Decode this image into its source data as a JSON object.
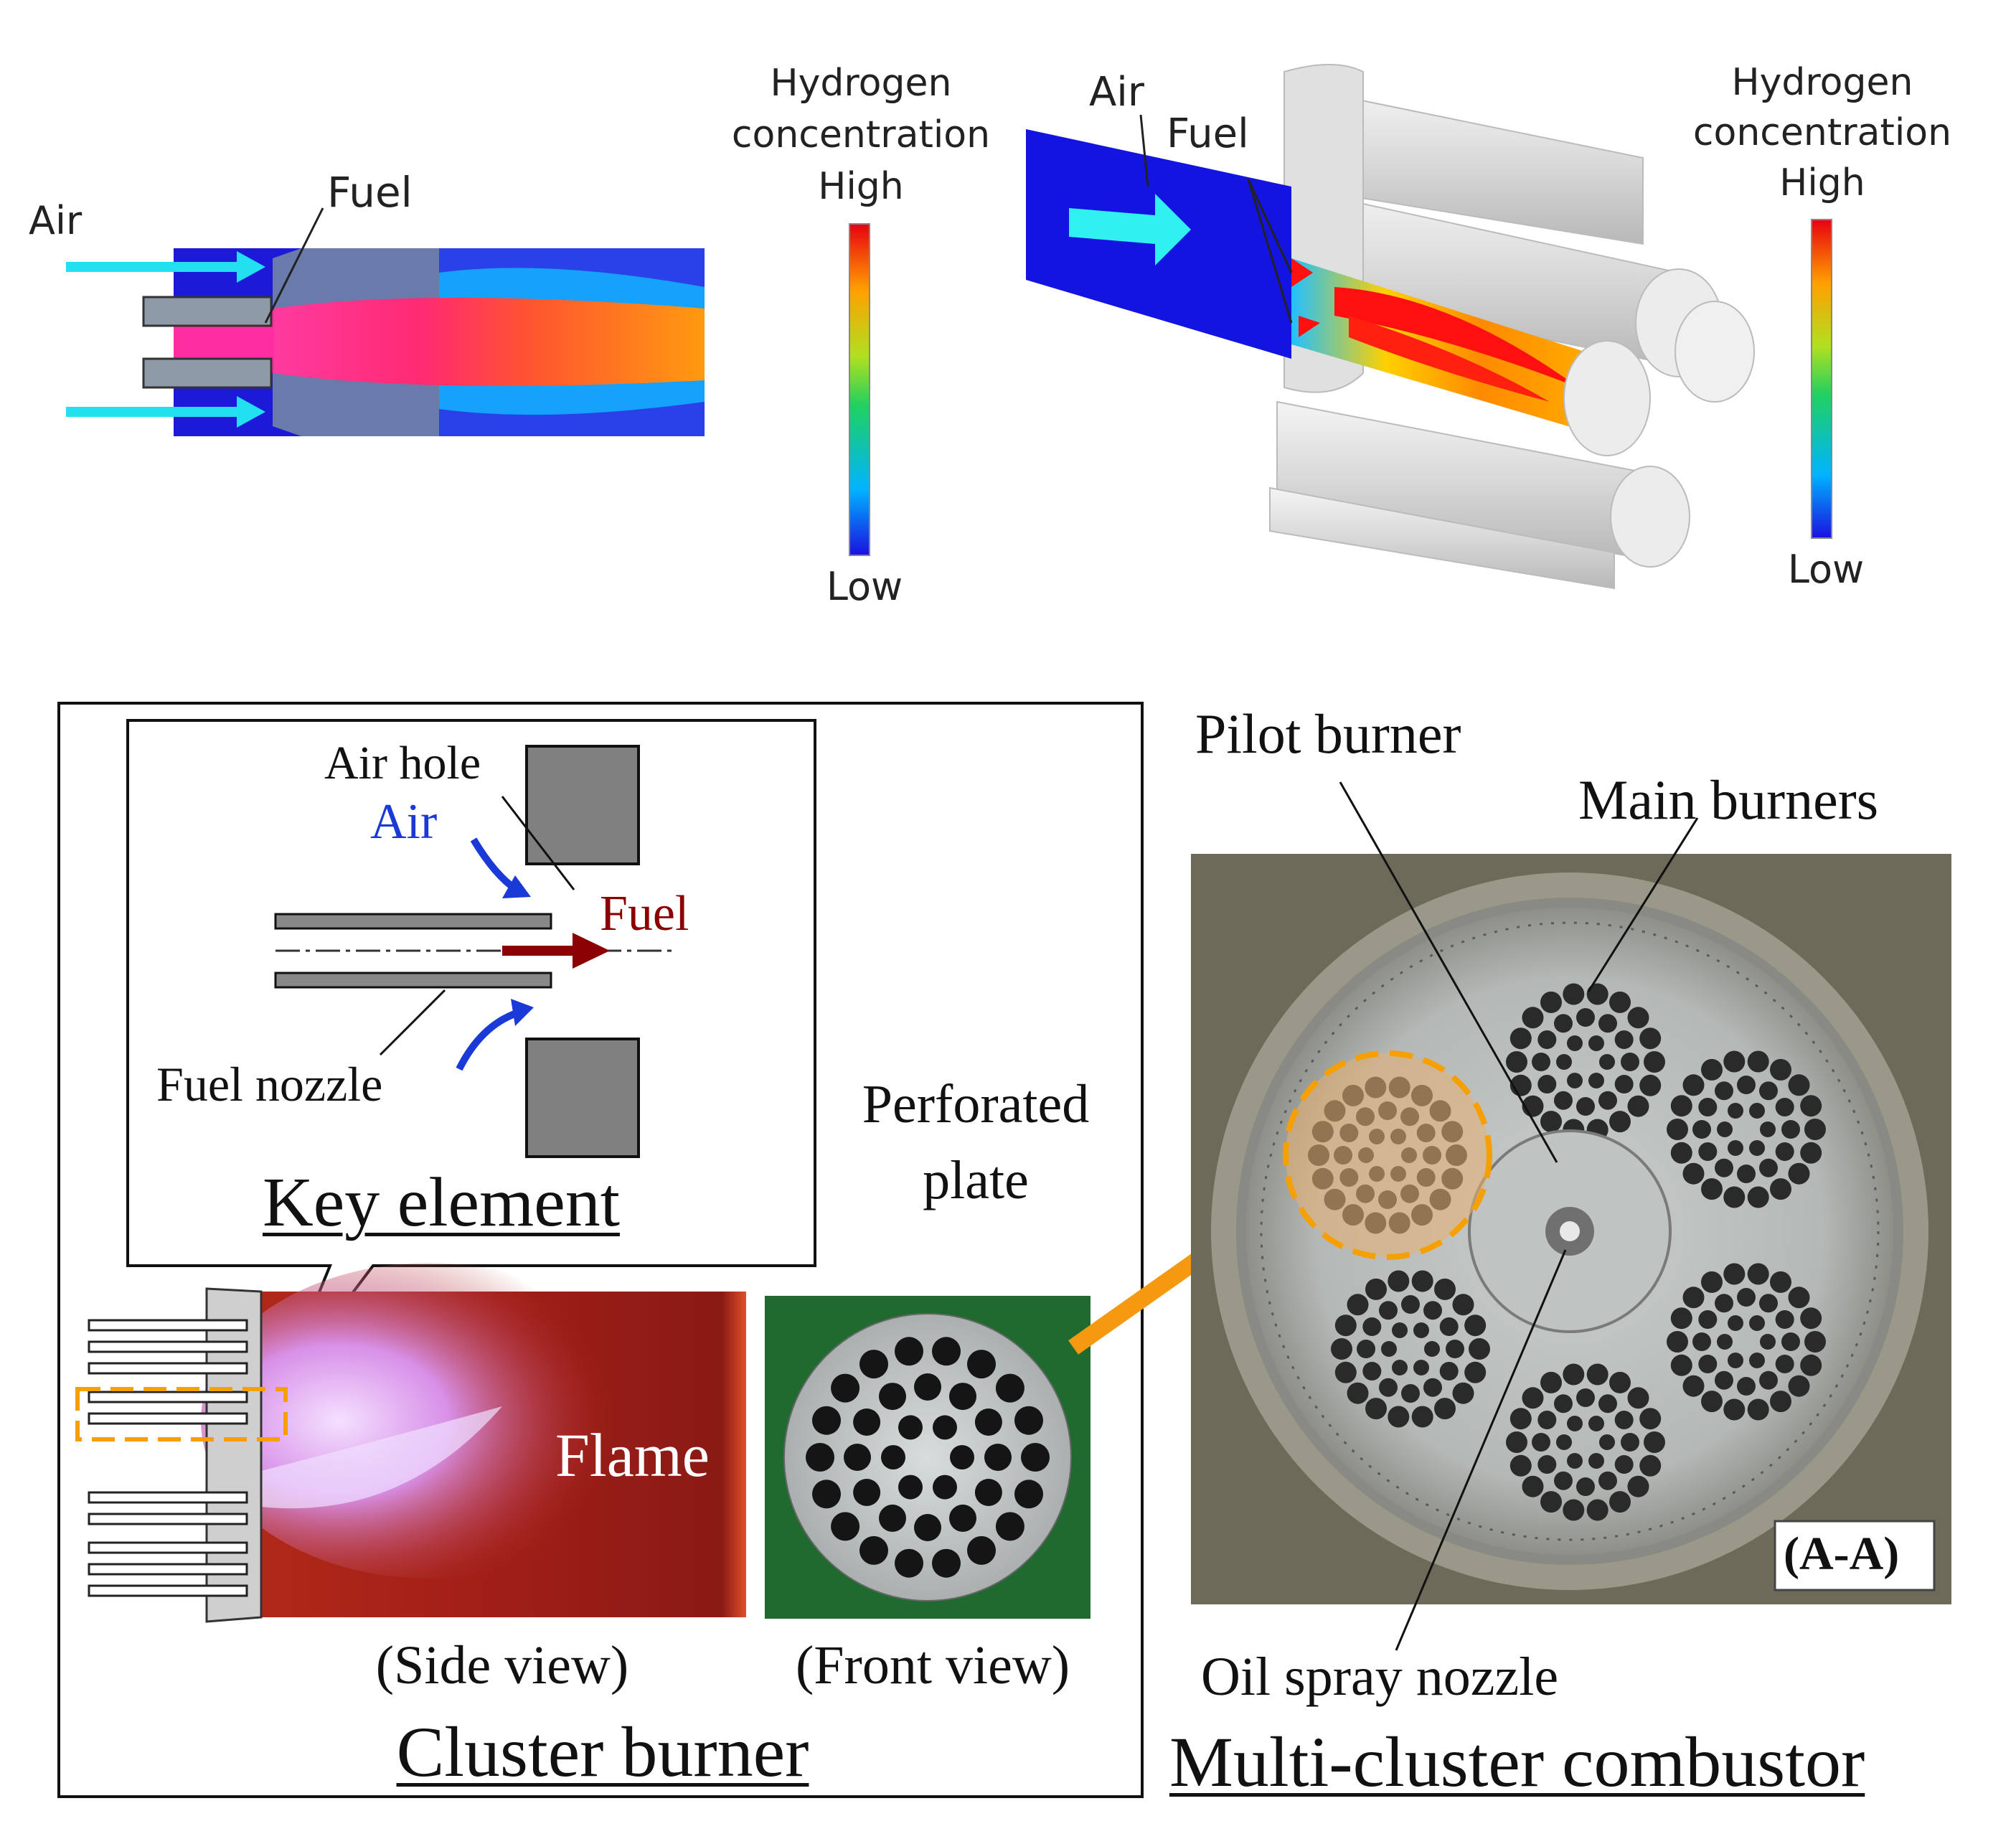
{
  "top_left": {
    "air": "Air",
    "fuel": "Fuel"
  },
  "top_colorbar_left": {
    "title_line1": "Hydrogen",
    "title_line2": "concentration",
    "high": "High",
    "low": "Low"
  },
  "top_right": {
    "air": "Air",
    "fuel": "Fuel"
  },
  "top_colorbar_right": {
    "title_line1": "Hydrogen",
    "title_line2": "concentration",
    "high": "High",
    "low": "Low"
  },
  "key_element": {
    "air_hole": "Air hole",
    "air": "Air",
    "fuel": "Fuel",
    "fuel_nozzle": "Fuel nozzle",
    "title": "Key element"
  },
  "cluster_burner": {
    "flame": "Flame",
    "perforated_line1": "Perforated",
    "perforated_line2": "plate",
    "side_view": "(Side view)",
    "front_view": "(Front view)",
    "title": "Cluster burner"
  },
  "multi_cluster": {
    "pilot_burner": "Pilot burner",
    "main_burners": "Main burners",
    "oil_spray_nozzle": "Oil spray nozzle",
    "section": "(A-A)",
    "title": "Multi-cluster combustor"
  }
}
